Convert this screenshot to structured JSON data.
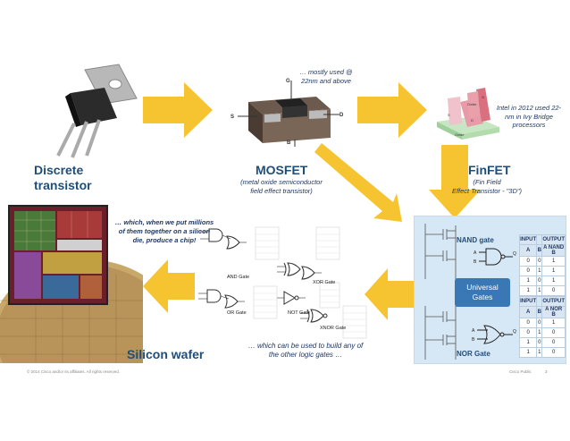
{
  "nodes": {
    "discrete": {
      "title": "Discrete\ntransistor"
    },
    "mosfet": {
      "title": "MOSFET",
      "subtitle": "(metal oxide semiconductor\nfield effect transistor)",
      "note": "… mostly used @\n22nm and above",
      "terminals": {
        "g": "G",
        "s": "S",
        "d": "D",
        "b": "B"
      }
    },
    "finfet": {
      "title": "FinFET",
      "subtitle": "(Fin Field\nEffect Transistor - \"3D\")",
      "note": "Intel in 2012 used 22-\nnm in Ivy Bridge\nprocessors",
      "labels": {
        "oxide": "Oxide",
        "oxide2": "Oxide",
        "g": "G",
        "s": "S",
        "d": "D"
      }
    },
    "universal": {
      "nand_label": "NAND gate",
      "nor_label": "NOR Gate",
      "center": "Universal\nGates",
      "nand_table": {
        "header": [
          "INPUT",
          "",
          "OUTPUT"
        ],
        "sub": [
          "A",
          "B",
          "A NAND B"
        ],
        "rows": [
          [
            "0",
            "0",
            "1"
          ],
          [
            "0",
            "1",
            "1"
          ],
          [
            "1",
            "0",
            "1"
          ],
          [
            "1",
            "1",
            "0"
          ]
        ]
      },
      "nor_table": {
        "header": [
          "INPUT",
          "",
          "OUTPUT"
        ],
        "sub": [
          "A",
          "B",
          "A NOR B"
        ],
        "rows": [
          [
            "0",
            "0",
            "1"
          ],
          [
            "0",
            "1",
            "0"
          ],
          [
            "1",
            "0",
            "0"
          ],
          [
            "1",
            "1",
            "0"
          ]
        ]
      },
      "pin_a": "A",
      "pin_b": "B",
      "pin_q": "Q"
    },
    "logic": {
      "and_gate": "AND Gate",
      "or_gate": "OR Gate",
      "xor_gate": "XOR Gate",
      "not_gate": "NOT Gate",
      "xnor_gate": "XNOR Gate",
      "caption": "… which can be used to build any of\nthe other logic gates …"
    },
    "wafer": {
      "title": "Silicon wafer",
      "note": "… which, when we put millions\nof them together on a silicon\ndie, produce a chip!"
    }
  },
  "footer": {
    "copyright": "© 2014 Cisco and/or its affiliates. All rights reserved.",
    "brand": "Cisco Public",
    "page": "3"
  },
  "colors": {
    "arrow": "#f7c431",
    "title": "#1f4e79",
    "panel": "#d6e7f5",
    "universal_box": "#3a78b5",
    "wafer": "#c9a96a"
  }
}
